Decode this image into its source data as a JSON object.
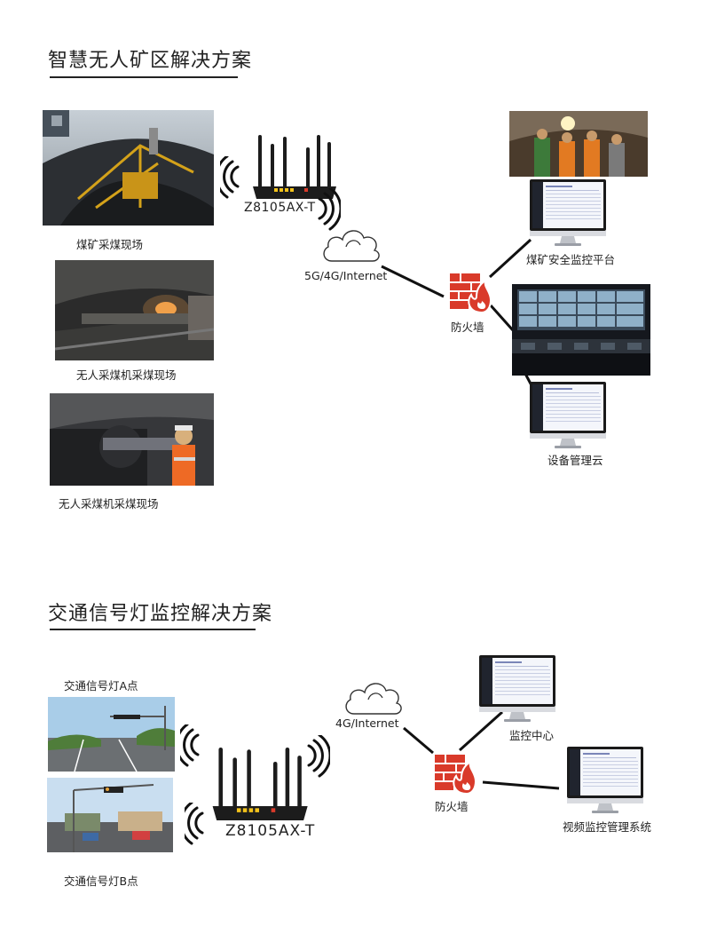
{
  "section1": {
    "title": "智慧无人矿区解决方案",
    "photos": [
      {
        "caption": "煤矿采煤现场"
      },
      {
        "caption": "无人采煤机采煤现场"
      },
      {
        "caption": "无人采煤机采煤现场"
      }
    ],
    "router_model": "Z8105AX-T",
    "network_label": "5G/4G/Internet",
    "firewall_label": "防火墙",
    "platform_label": "煤矿安全监控平台",
    "cloud_label": "设备管理云"
  },
  "section2": {
    "title": "交通信号灯监控解决方案",
    "point_a": "交通信号灯A点",
    "point_b": "交通信号灯B点",
    "router_model": "Z8105AX-T",
    "network_label": "4G/Internet",
    "firewall_label": "防火墙",
    "monitor_center_label": "监控中心",
    "video_system_label": "视频监控管理系统"
  },
  "colors": {
    "firewall_red": "#d93a2a",
    "link_black": "#111111",
    "router_black": "#1c1c1c",
    "port_yellow": "#f2c21b"
  },
  "icons": [
    "wifi-signal-icon",
    "cloud-icon",
    "firewall-icon",
    "monitor-icon",
    "router-icon"
  ]
}
